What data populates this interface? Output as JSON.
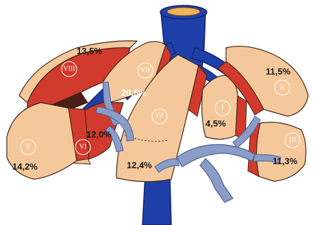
{
  "segments": {
    "I": {
      "label": "I",
      "percent": "4,5%"
    },
    "II": {
      "label": "II",
      "percent": "11,5%"
    },
    "III": {
      "label": "III",
      "percent": "11,3%"
    },
    "IV": {
      "label": "IV",
      "percent": "12,4%"
    },
    "V": {
      "label": "V",
      "percent": "14,2%"
    },
    "VI": {
      "label": "VI",
      "percent": "12,0%"
    },
    "VII": {
      "label": "VII",
      "percent": "20,5%"
    },
    "VIII": {
      "label": "VIII",
      "percent": "13,5%"
    }
  },
  "colors": {
    "parenchyma": "#f4c89b",
    "cut_surface": "#d13a2c",
    "vein": "#1f3fa8",
    "portal": "#8a9dc8",
    "outline": "#3a2418"
  }
}
